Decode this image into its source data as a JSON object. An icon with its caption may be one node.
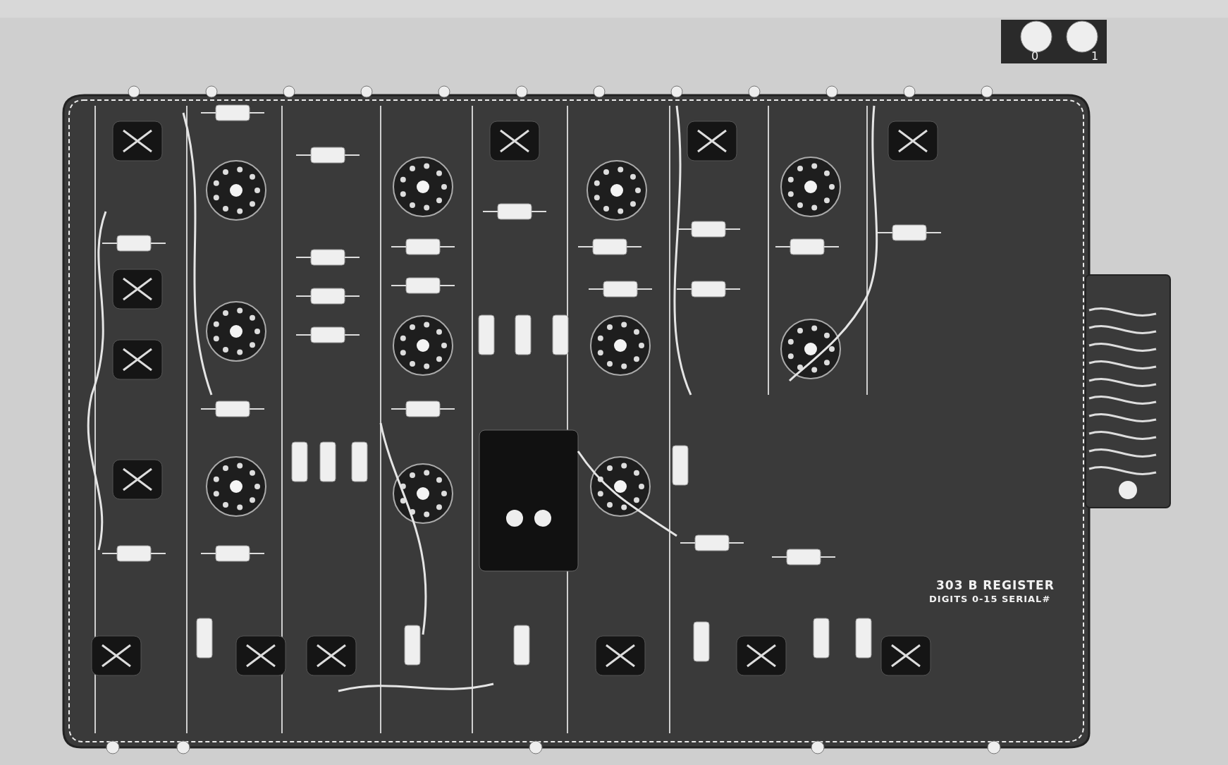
{
  "diagram": {
    "labels": [
      "0",
      "1",
      "303 B REGISTER",
      "DIGITS 0-15 SERIAL#"
    ]
  }
}
